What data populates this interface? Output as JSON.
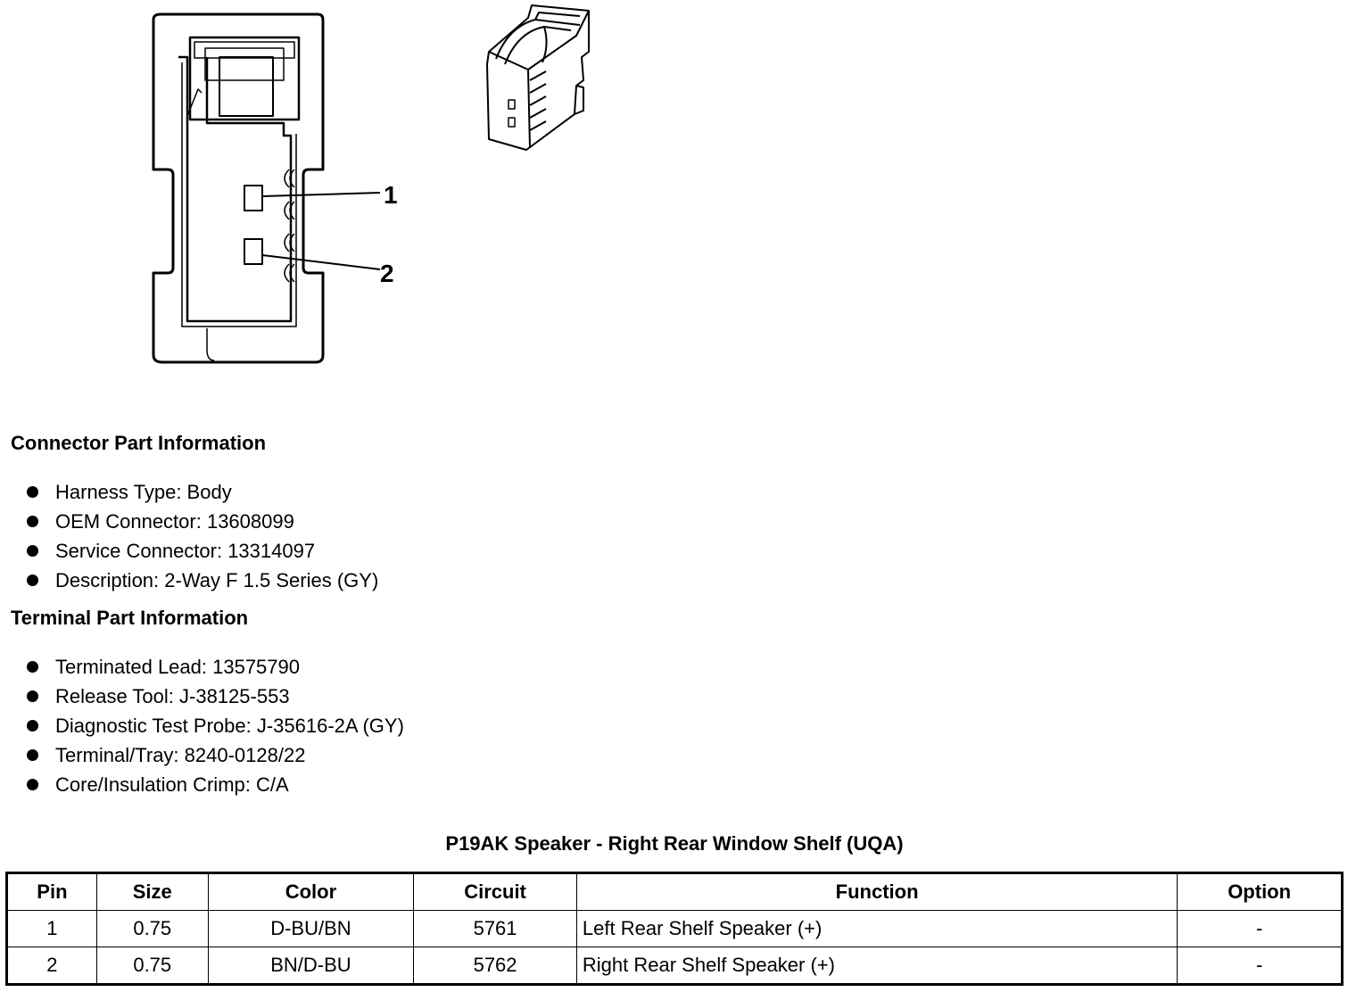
{
  "diagram": {
    "callouts": [
      "1",
      "2"
    ]
  },
  "connector_section": {
    "title": "Connector Part Information",
    "items": [
      "Harness Type: Body",
      "OEM Connector: 13608099",
      "Service Connector: 13314097",
      "Description: 2-Way F 1.5 Series (GY)"
    ]
  },
  "terminal_section": {
    "title": "Terminal Part Information",
    "items": [
      "Terminated Lead: 13575790",
      "Release Tool: J-38125-553",
      "Diagnostic Test Probe: J-35616-2A (GY)",
      "Terminal/Tray: 8240-0128/22",
      "Core/Insulation Crimp: C/A"
    ]
  },
  "pin_table": {
    "title": "P19AK Speaker - Right Rear Window Shelf (UQA)",
    "headers": [
      "Pin",
      "Size",
      "Color",
      "Circuit",
      "Function",
      "Option"
    ],
    "rows": [
      [
        "1",
        "0.75",
        "D-BU/BN",
        "5761",
        "Left Rear Shelf Speaker (+)",
        "-"
      ],
      [
        "2",
        "0.75",
        "BN/D-BU",
        "5762",
        "Right Rear Shelf Speaker (+)",
        "-"
      ]
    ]
  }
}
